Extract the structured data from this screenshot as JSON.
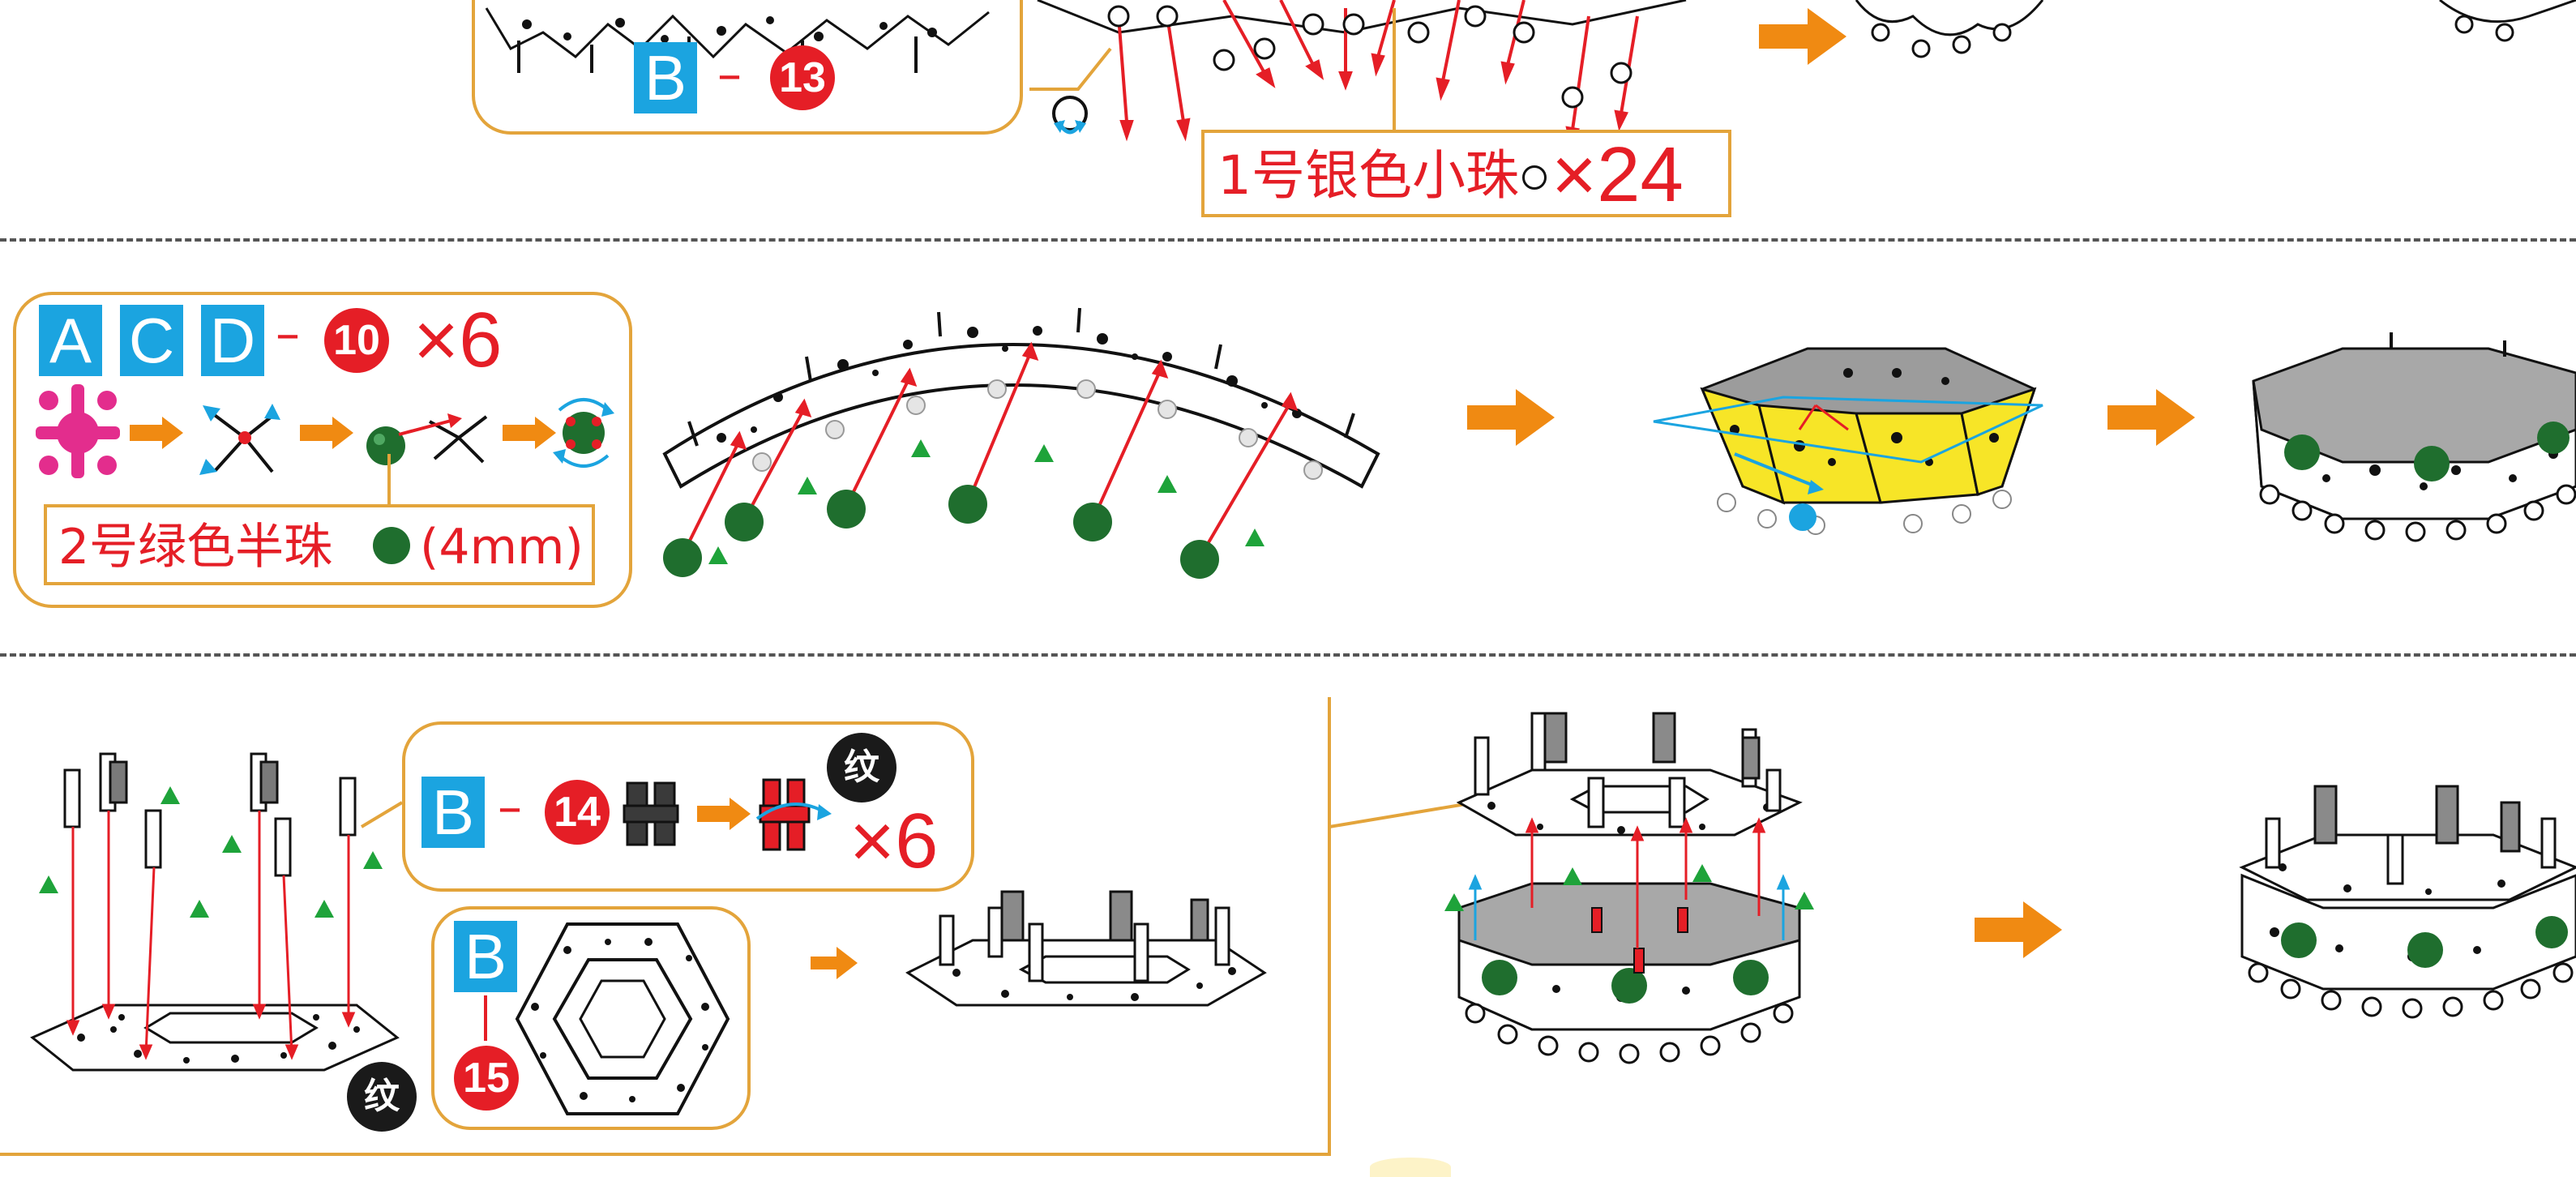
{
  "top": {
    "part": {
      "letter": "B",
      "number": "13"
    },
    "bead_label": "1号银色小珠",
    "bead_count": "×24"
  },
  "middle": {
    "parts": [
      "A",
      "C",
      "D"
    ],
    "number": "10",
    "count": "×6",
    "bead_label": "2号绿色半珠",
    "bead_size": "(4mm)"
  },
  "bottom": {
    "part1": {
      "letter": "B",
      "number": "14",
      "count": "×6",
      "texture": "纹"
    },
    "part2": {
      "letter": "B",
      "number": "15"
    },
    "texture_mark": "纹"
  },
  "colors": {
    "orange": "#f08a12",
    "callout_border": "#e3a43b",
    "red": "#e51e26",
    "blue": "#1ba4e0",
    "green": "#1f6e2e",
    "triangle_green": "#1ea33a",
    "yellow": "#f7e527"
  }
}
